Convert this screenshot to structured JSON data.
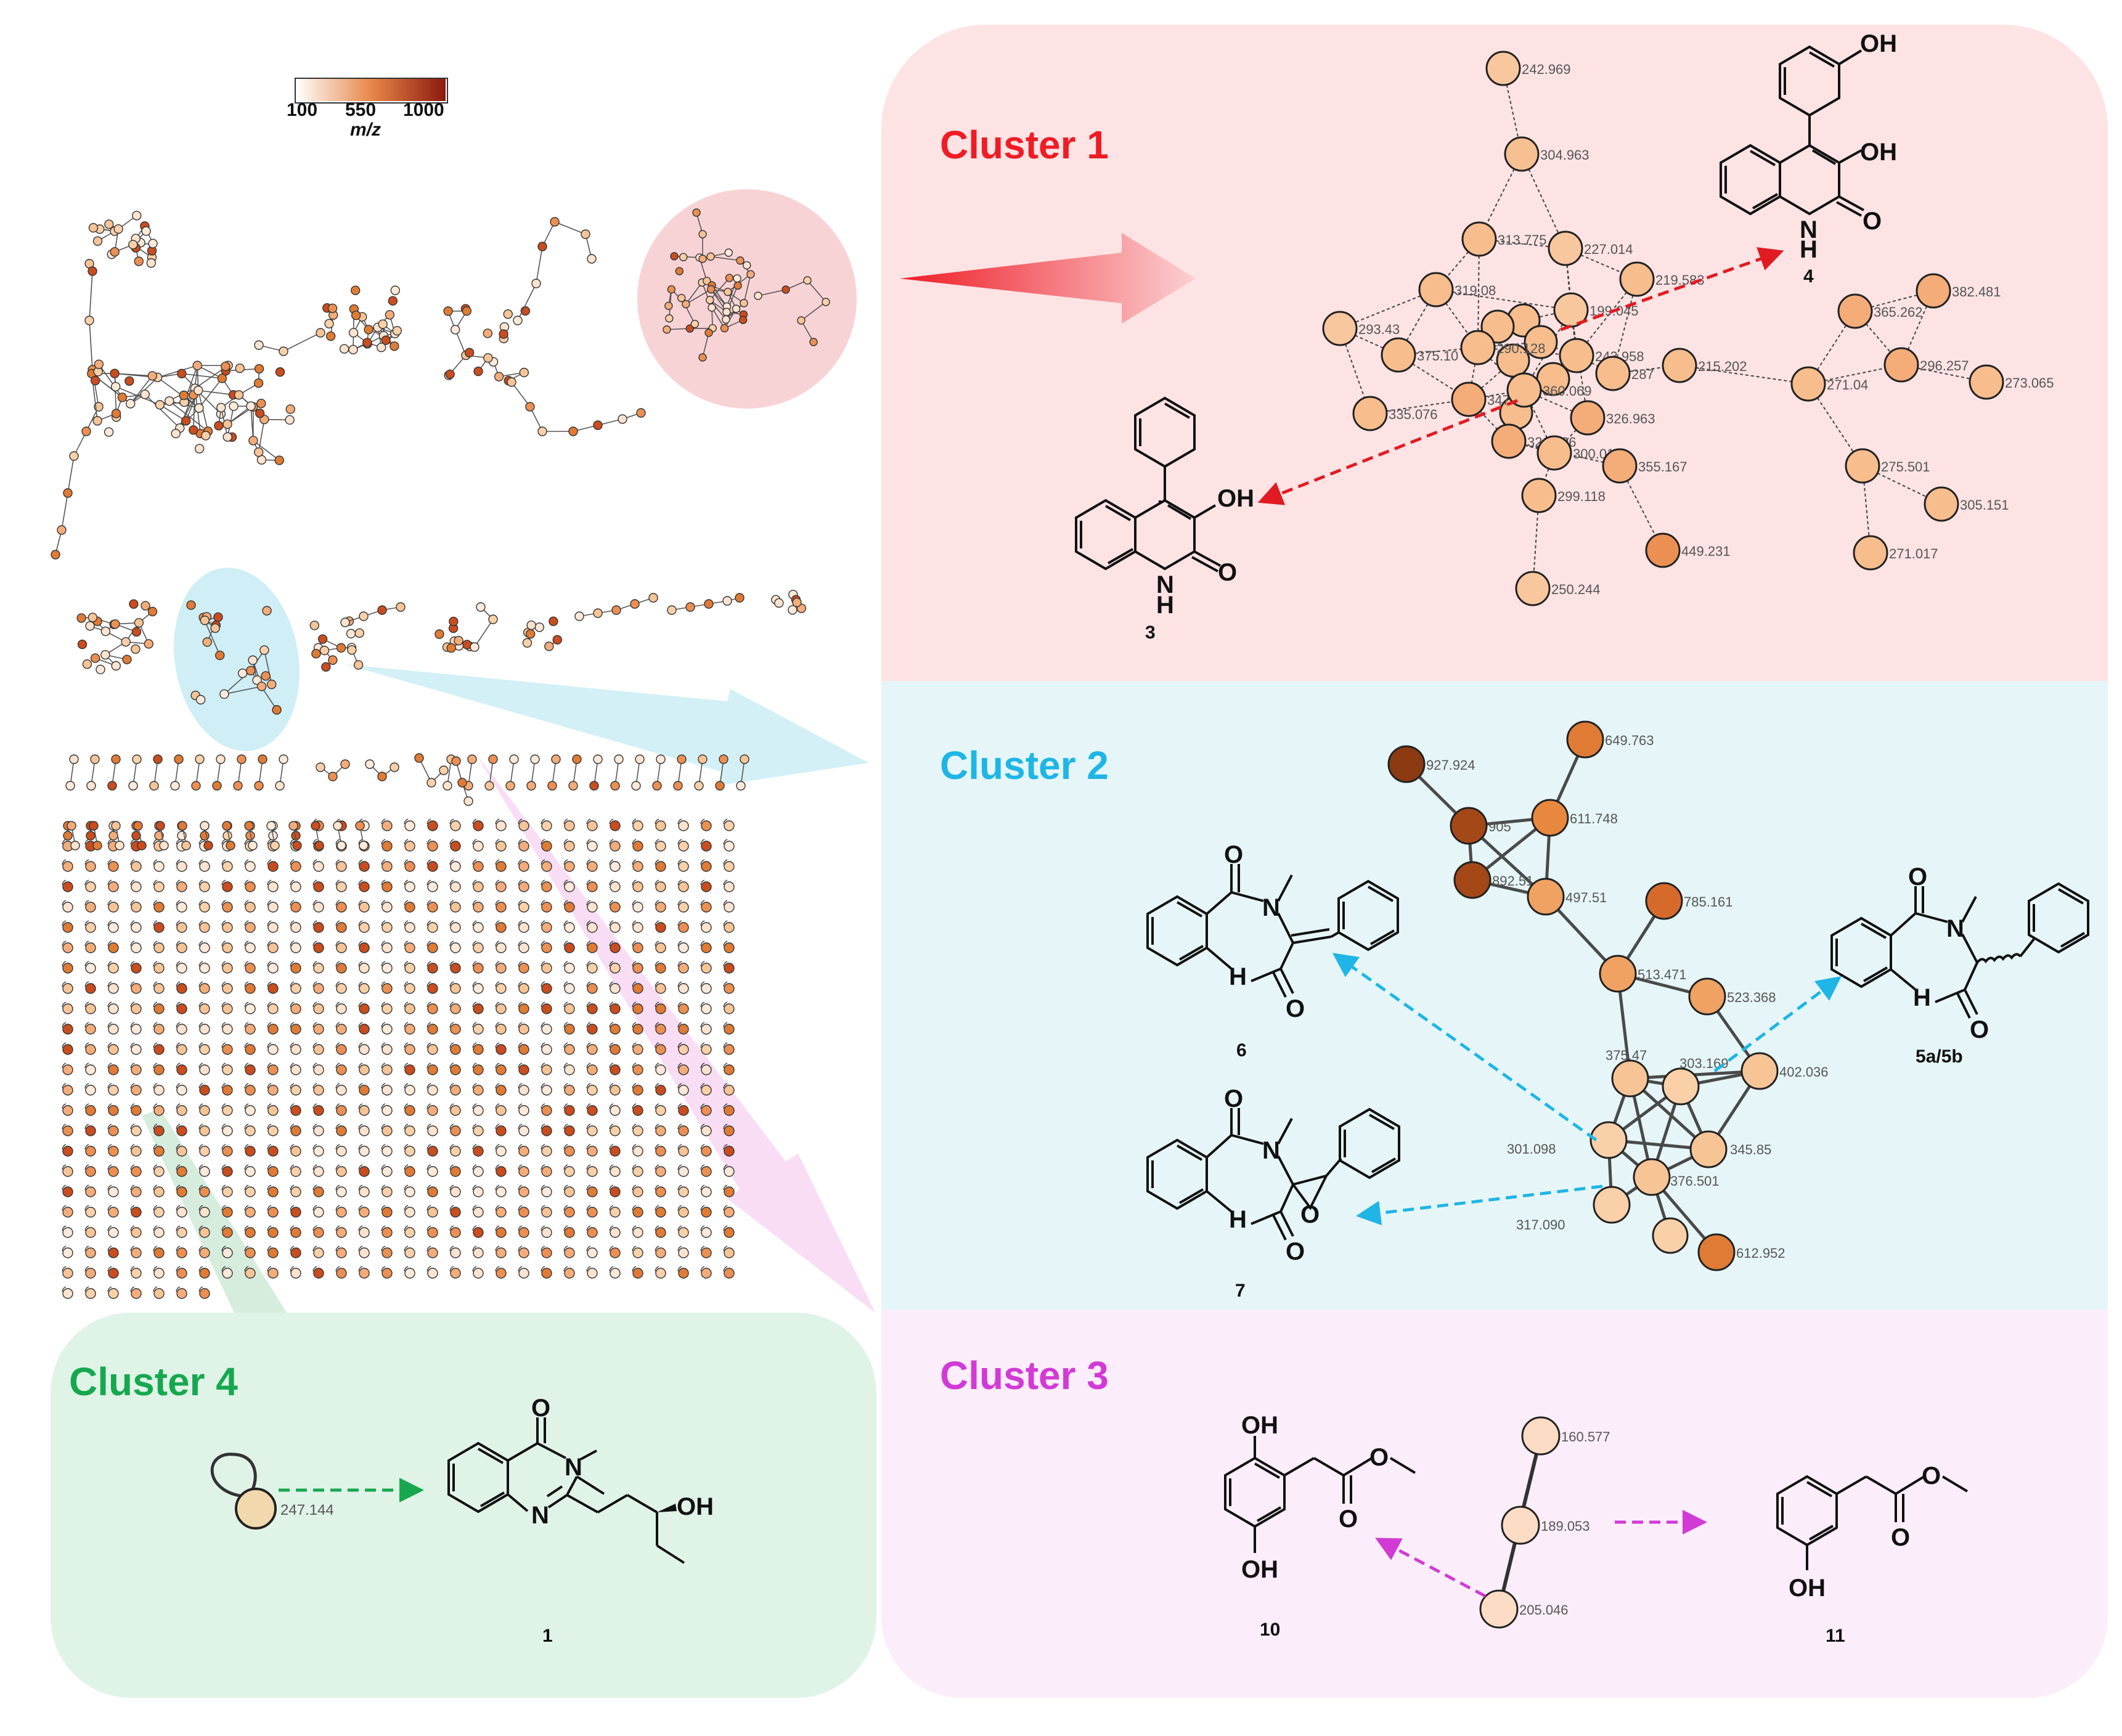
{
  "colorbar": {
    "ticks": [
      "100",
      "550",
      "1000"
    ],
    "unit": "m/z",
    "colors": [
      "#ffffff",
      "#e8884a",
      "#8b1a0d"
    ]
  },
  "clusters": [
    {
      "label": "Cluster 1",
      "color": "#ef1c25",
      "background": "#fde3e4"
    },
    {
      "label": "Cluster 2",
      "color": "#1fb5e6",
      "background": "#e6f6f8"
    },
    {
      "label": "Cluster 3",
      "color": "#d23ad6",
      "background": "#fbeefa"
    },
    {
      "label": "Cluster 4",
      "color": "#17a84f",
      "background": "#e0f3e7"
    }
  ],
  "cluster1": {
    "nodes": [
      {
        "label": "242.969",
        "c": "#f9c79e"
      },
      {
        "label": "304.963",
        "c": "#f7c092"
      },
      {
        "label": "313.775",
        "c": "#f7bd8d"
      },
      {
        "label": "227.014",
        "c": "#f9c79e"
      },
      {
        "label": "319.08",
        "c": "#f7bd8d"
      },
      {
        "label": "219.583",
        "c": "#f7bd8d"
      },
      {
        "label": "293.43",
        "c": "#f9c79e"
      },
      {
        "label": "199.045",
        "c": "#f9c79e"
      },
      {
        "label": "375.10",
        "c": "#f7bd8d"
      },
      {
        "label": "290.128",
        "c": "#f7bd8d"
      },
      {
        "label": "243.958",
        "c": "#f7bd8d"
      },
      {
        "label": "287",
        "c": "#f7bd8d"
      },
      {
        "label": "215.202",
        "c": "#f7bd8d"
      },
      {
        "label": "335.076",
        "c": "#f7bd8d"
      },
      {
        "label": "347",
        "c": "#f4ac79"
      },
      {
        "label": "360.069",
        "c": "#f7bd8d"
      },
      {
        "label": "326.963",
        "c": "#f4ac79"
      },
      {
        "label": "321.996",
        "c": "#f4ac79"
      },
      {
        "label": "300.011",
        "c": "#f7bd8d"
      },
      {
        "label": "355.167",
        "c": "#f4ac79"
      },
      {
        "label": "299.118",
        "c": "#f7bd8d"
      },
      {
        "label": "449.231",
        "c": "#ec8f52"
      },
      {
        "label": "250.244",
        "c": "#f9c79e"
      },
      {
        "label": "382.481",
        "c": "#f4ac79"
      },
      {
        "label": "365.262",
        "c": "#f4ac79"
      },
      {
        "label": "296.257",
        "c": "#f4ac79"
      },
      {
        "label": "273.065",
        "c": "#f7bd8d"
      },
      {
        "label": "271.04",
        "c": "#f7bd8d"
      },
      {
        "label": "275.501",
        "c": "#f7bd8d"
      },
      {
        "label": "305.151",
        "c": "#f7bd8d"
      },
      {
        "label": "271.017",
        "c": "#f7bd8d"
      }
    ],
    "compounds": [
      "3",
      "4"
    ],
    "mol_labels": [
      "OH",
      "OH",
      "OH",
      "O",
      "O",
      "N",
      "N",
      "H",
      "H"
    ]
  },
  "cluster2": {
    "nodes": [
      {
        "label": "927.924",
        "c": "#8b3a12"
      },
      {
        "label": "649.763",
        "c": "#e07b35"
      },
      {
        "label": "905",
        "c": "#a54817"
      },
      {
        "label": "611.748",
        "c": "#e8883e"
      },
      {
        "label": "892.51",
        "c": "#a54817"
      },
      {
        "label": "497.51",
        "c": "#efa262"
      },
      {
        "label": "785.161",
        "c": "#d56a2a"
      },
      {
        "label": "513.471",
        "c": "#efa262"
      },
      {
        "label": "523.368",
        "c": "#efa262"
      },
      {
        "label": "375.47",
        "c": "#f7c496"
      },
      {
        "label": "303.169",
        "c": "#f9d0a8"
      },
      {
        "label": "402.036",
        "c": "#f7c496"
      },
      {
        "label": "301.098",
        "c": "#f9d0a8"
      },
      {
        "label": "345.85",
        "c": "#f7c496"
      },
      {
        "label": "376.501",
        "c": "#f7c496"
      },
      {
        "label": "317.090",
        "c": "#f9d0a8"
      },
      {
        "label": "612.952",
        "c": "#e07b35"
      }
    ],
    "compounds": [
      "5a/5b",
      "6",
      "7"
    ],
    "mol_labels": [
      "O",
      "O",
      "O",
      "O",
      "O",
      "O",
      "O",
      "N",
      "N",
      "N",
      "H",
      "H",
      "H"
    ]
  },
  "cluster3": {
    "nodes": [
      {
        "label": "160.577",
        "c": "#fcdcc4"
      },
      {
        "label": "189.053",
        "c": "#fcdcc4"
      },
      {
        "label": "205.046",
        "c": "#fcdcc4"
      }
    ],
    "compounds": [
      "10",
      "11"
    ],
    "mol_labels": [
      "OH",
      "OH",
      "OH",
      "O",
      "O",
      "O",
      "O"
    ]
  },
  "cluster4": {
    "nodes": [
      {
        "label": "247.144",
        "c": "#f2d9ad"
      }
    ],
    "compounds": [
      "1"
    ],
    "mol_labels": [
      "O",
      "N",
      "N",
      "OH"
    ]
  }
}
